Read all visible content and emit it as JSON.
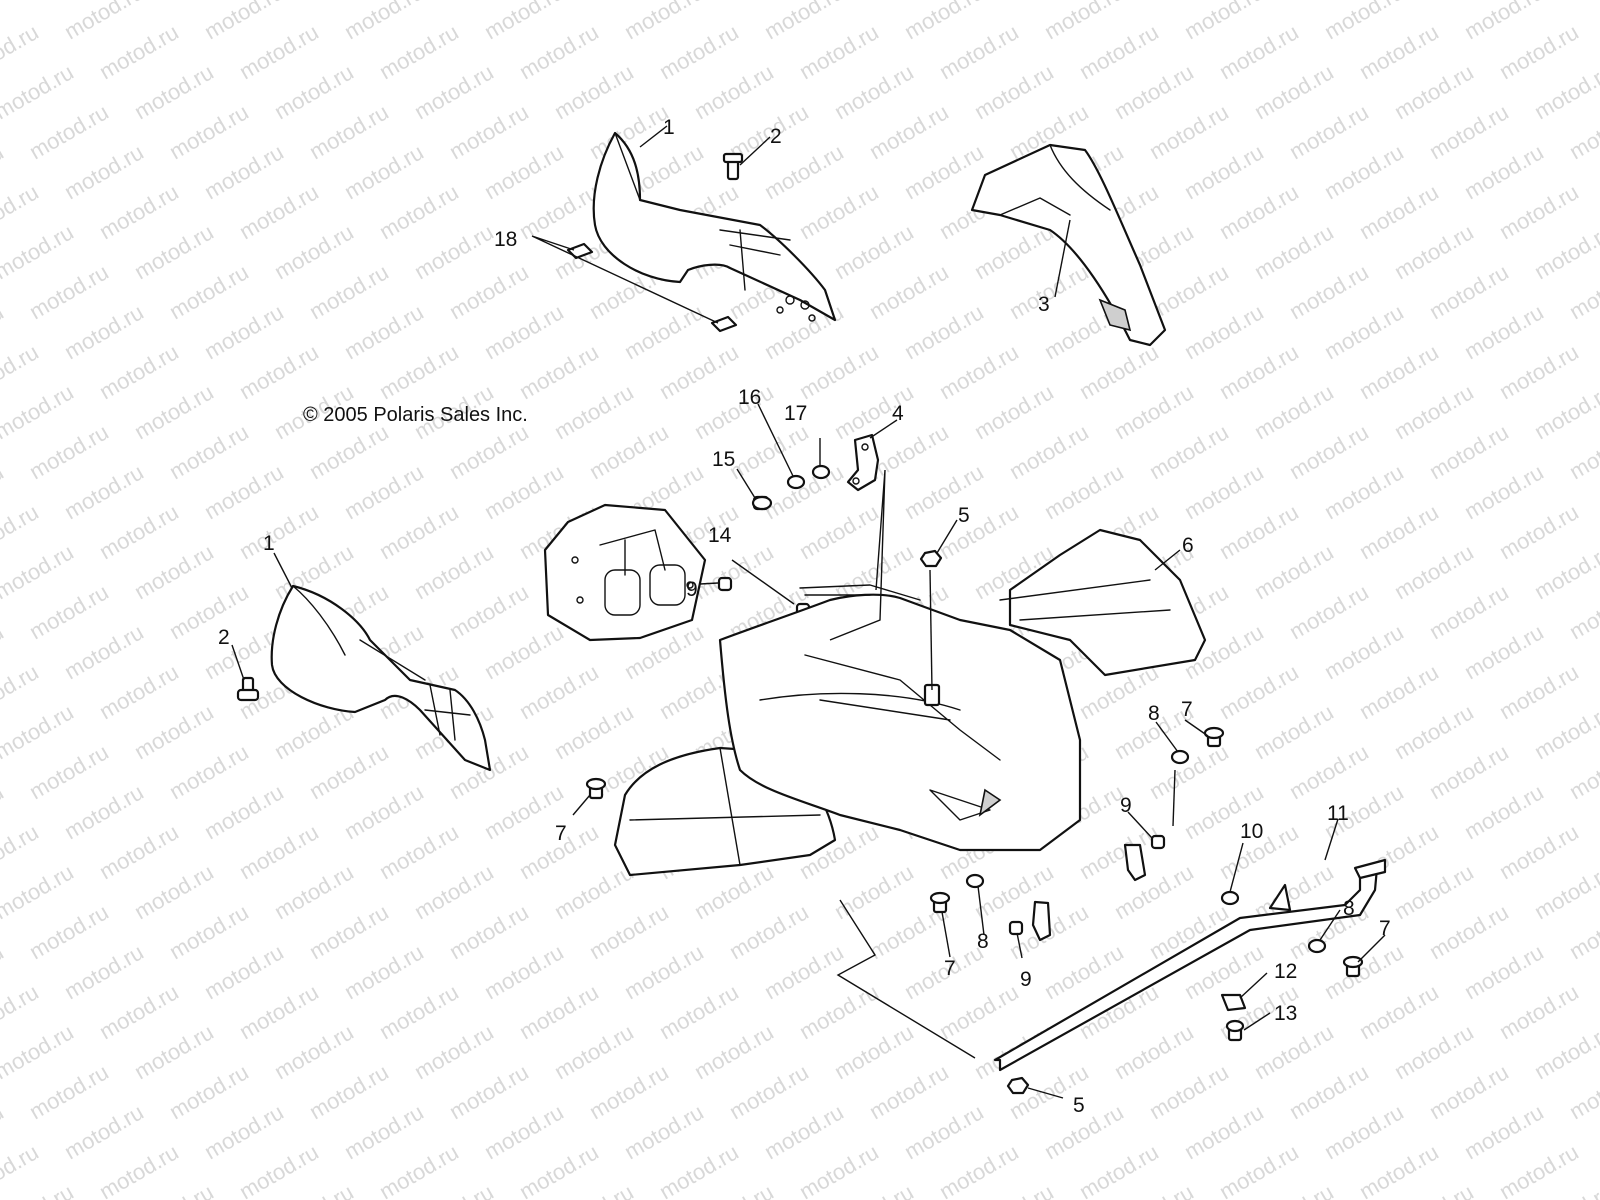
{
  "watermark": "motod.ru",
  "copyright": "© 2005 Polaris Sales Inc.",
  "callouts": {
    "c1a": "1",
    "c2a": "2",
    "c3": "3",
    "c18": "18",
    "c16": "16",
    "c17": "17",
    "c4": "4",
    "c15": "15",
    "c5a": "5",
    "c6": "6",
    "c14": "14",
    "c9a": "9",
    "c1b": "1",
    "c2b": "2",
    "c8a": "8",
    "c7a": "7",
    "c7b": "7",
    "c9b": "9",
    "c10": "10",
    "c11": "11",
    "c8b": "8",
    "c7c": "7",
    "c8c": "8",
    "c9c": "9",
    "c7d": "7",
    "c12": "12",
    "c13": "13",
    "c5b": "5"
  }
}
